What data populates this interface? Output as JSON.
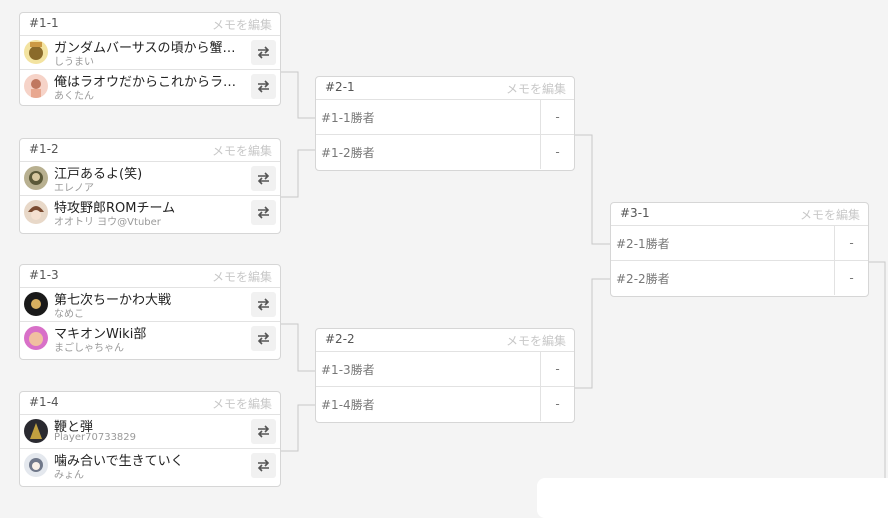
{
  "memo_label": "メモを編集",
  "round1": [
    {
      "id": "#1-1",
      "players": [
        {
          "name": "ガンダムバーサスの頃から蟹…",
          "user": "しうまい",
          "avatar": {
            "bg": "#f3e3a0",
            "fg": "#8a6a2a"
          }
        },
        {
          "name": "俺はラオウだからこれからラ…",
          "user": "あくたん",
          "avatar": {
            "bg": "#f6d3c8",
            "fg": "#c07860"
          }
        }
      ]
    },
    {
      "id": "#1-2",
      "players": [
        {
          "name": "江戸あるよ(笑)",
          "user": "エレノア",
          "avatar": {
            "bg": "#b8b090",
            "fg": "#5a5838"
          }
        },
        {
          "name": "特攻野郎ROMチーム",
          "user": "オオトリ ヨウ@Vtuber",
          "avatar": {
            "bg": "#e8d8c8",
            "fg": "#7a4a30"
          }
        }
      ]
    },
    {
      "id": "#1-3",
      "players": [
        {
          "name": "第七次ちーかわ大戦",
          "user": "なめこ",
          "avatar": {
            "bg": "#1a1a1a",
            "fg": "#d8b060"
          }
        },
        {
          "name": "マキオンWiki部",
          "user": "まごしゃちゃん",
          "avatar": {
            "bg": "#d870c8",
            "fg": "#f0c0a0"
          }
        }
      ]
    },
    {
      "id": "#1-4",
      "players": [
        {
          "name": "鞭と弾",
          "user": "Player70733829",
          "avatar": {
            "bg": "#2a2a30",
            "fg": "#c0a040"
          }
        },
        {
          "name": "噛み合いで生きていく",
          "user": "みょん",
          "avatar": {
            "bg": "#e4e8ee",
            "fg": "#70788a"
          }
        }
      ]
    }
  ],
  "round2": [
    {
      "id": "#2-1",
      "slots": [
        {
          "label": "#1-1勝者",
          "score": "-"
        },
        {
          "label": "#1-2勝者",
          "score": "-"
        }
      ]
    },
    {
      "id": "#2-2",
      "slots": [
        {
          "label": "#1-3勝者",
          "score": "-"
        },
        {
          "label": "#1-4勝者",
          "score": "-"
        }
      ]
    }
  ],
  "round3": [
    {
      "id": "#3-1",
      "slots": [
        {
          "label": "#2-1勝者",
          "score": "-"
        },
        {
          "label": "#2-2勝者",
          "score": "-"
        }
      ]
    }
  ],
  "icons": {
    "swap": "swap-arrows-icon"
  }
}
